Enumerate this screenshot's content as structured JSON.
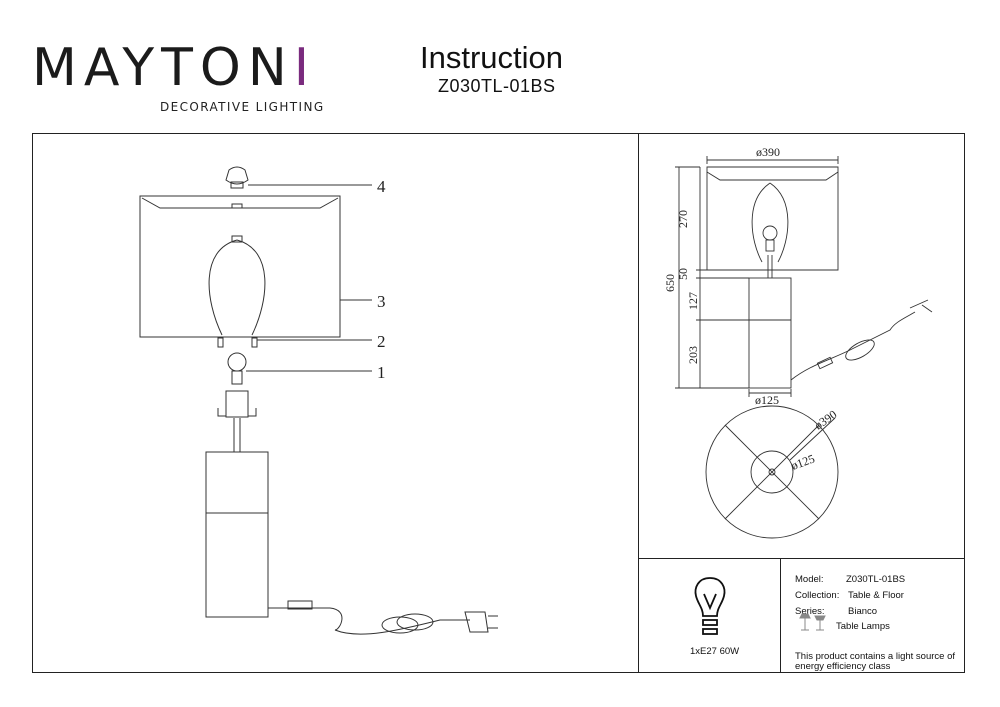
{
  "brand": {
    "name_pre": "MAYTON",
    "name_dot": "I",
    "tagline": "DECORATIVE LIGHTING"
  },
  "header": {
    "title": "Instruction",
    "model": "Z030TL-01BS"
  },
  "parts": [
    "4",
    "3",
    "2",
    "1"
  ],
  "dimensions": {
    "shade_diameter": "ø390",
    "shade_height": "270",
    "neck": "50",
    "total_height": "650",
    "upper_base": "127",
    "lower_base": "203",
    "base_diameter": "ø125",
    "top_shade_diameter": "ø390",
    "top_base_diameter": "ø125"
  },
  "bulb": {
    "label": "1xE27 60W"
  },
  "info": {
    "model_label": "Model:",
    "model_value": "Z030TL-01BS",
    "collection_label": "Collection:",
    "collection_value": "Table & Floor",
    "series_label": "Series:",
    "series_value": "Bianco",
    "type_value": "Table Lamps",
    "note_line1": "This product contains a light source of",
    "note_line2": "energy efficiency class"
  }
}
